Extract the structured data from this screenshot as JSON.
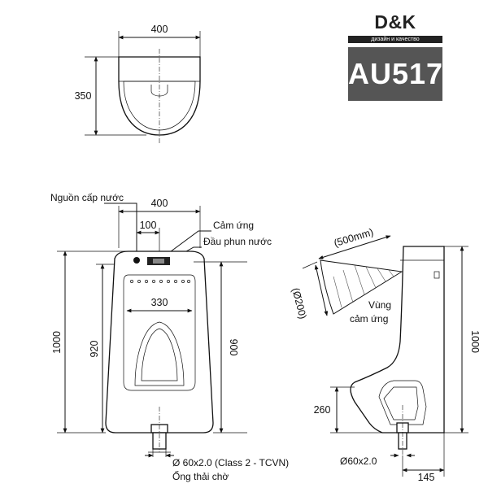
{
  "brand": {
    "name": "D&K",
    "tagline": "дизайн и качество",
    "model": "AU517"
  },
  "top_view": {
    "width": "400",
    "depth": "350"
  },
  "front_view": {
    "width": "400",
    "inlet_offset": "100",
    "bowl_width": "330",
    "total_height": "1000",
    "height_920": "920",
    "height_900": "900",
    "label_water_supply": "Nguồn cấp nước",
    "label_sensor": "Cảm ứng",
    "label_spray_head": "Đầu phun nước",
    "pipe_spec": "Ø 60x2.0 (Class 2 - TCVN)",
    "pipe_label": "Ống thải chờ"
  },
  "side_view": {
    "sensor_range": "(500mm)",
    "sensor_diameter": "(Ø200)",
    "sensing_zone_line1": "Vùng",
    "sensing_zone_line2": "cảm ứng",
    "total_height": "1000",
    "outlet_height": "260",
    "pipe_spec": "Ø60x2.0",
    "wall_offset": "145"
  }
}
